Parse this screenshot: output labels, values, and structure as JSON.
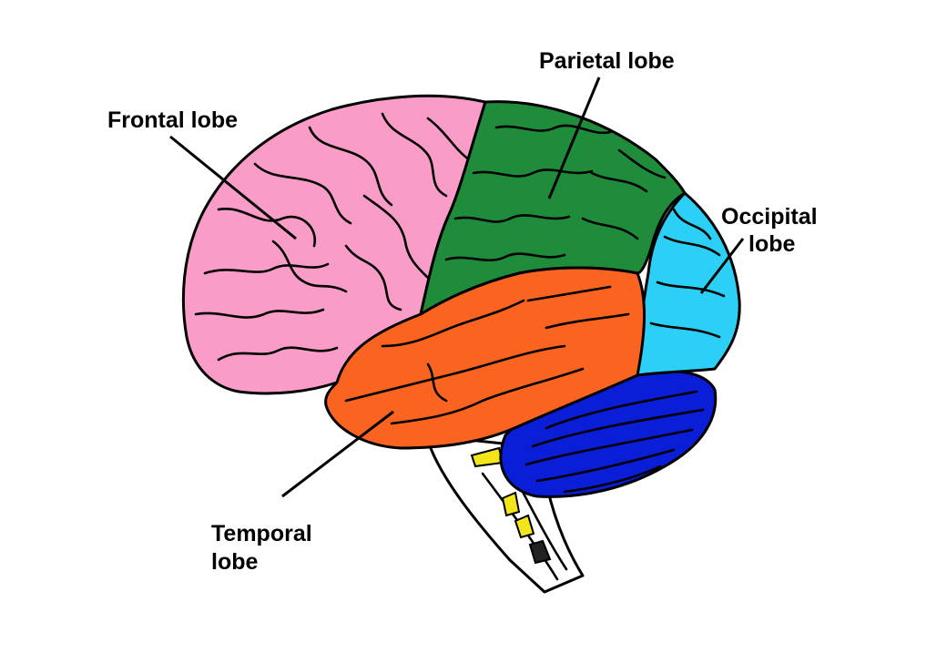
{
  "diagram": {
    "labels": {
      "frontal": "Frontal lobe",
      "parietal": "Parietal lobe",
      "occipital_line1": "Occipital",
      "occipital_line2": "lobe",
      "temporal_line1": "Temporal",
      "temporal_line2": "lobe"
    },
    "colors": {
      "frontal": "#f99cc8",
      "parietal": "#1f8c3c",
      "occipital": "#2cd0f7",
      "temporal": "#fb6420",
      "cerebellum": "#0a1ed8",
      "brainstem": "#ffffff",
      "brainstem_accent": "#f2e61a",
      "outline": "#000000"
    }
  }
}
